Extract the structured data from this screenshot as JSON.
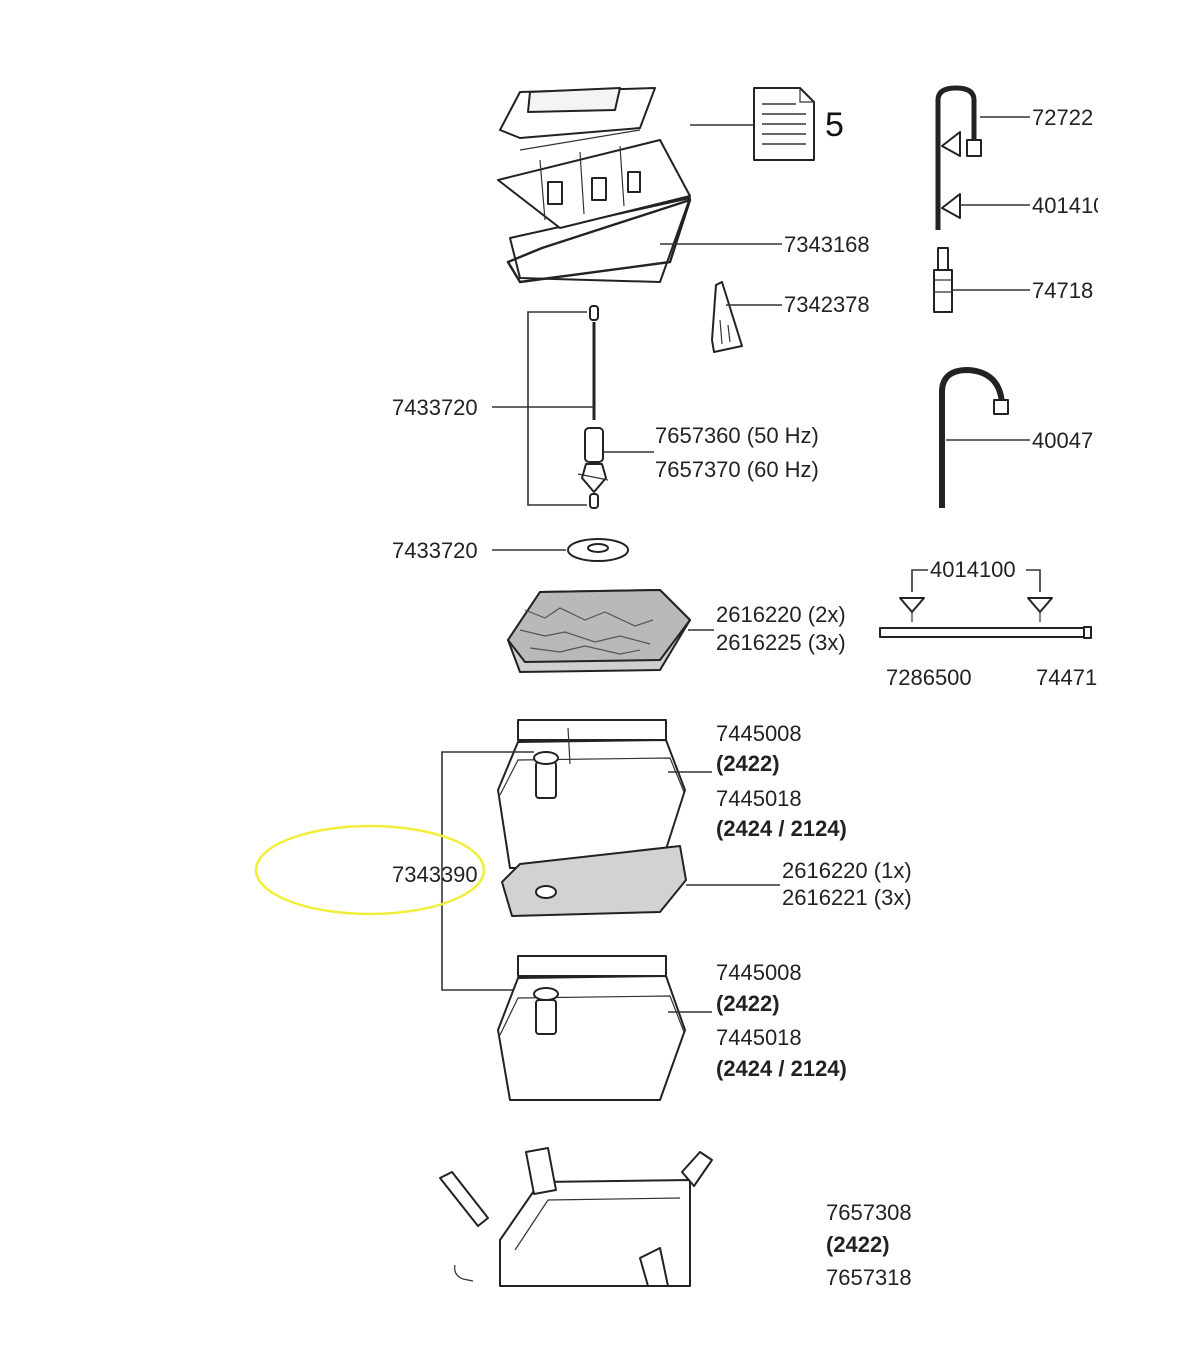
{
  "labels": {
    "doc_count": "5",
    "gasket": "7343168",
    "clip": "7342378",
    "shaft_set": "7433720",
    "impeller_50": "7657360 (50 Hz)",
    "impeller_60": "7657370 (60 Hz)",
    "seal": "7433720",
    "pad_top_a": "2616220 (2x)",
    "pad_top_b": "2616225 (3x)",
    "basket_set": "7343390",
    "basket1_a": "7445008",
    "basket1_a_model": "(2422)",
    "basket1_b": "7445018",
    "basket1_b_model": "(2424 / 2124)",
    "pad_mid_a": "2616220 (1x)",
    "pad_mid_b": "2616221 (3x)",
    "basket2_a": "7445008",
    "basket2_a_model": "(2422)",
    "basket2_b": "7445018",
    "basket2_b_model": "(2424 / 2124)",
    "canister_a": "7657308",
    "canister_a_model": "(2422)",
    "canister_b": "7657318",
    "right_1": "72722",
    "right_2": "401410",
    "right_3": "74718",
    "right_4": "40047",
    "suction_cups": "4014100",
    "spray_bar": "7286500",
    "spray_end": "74471"
  },
  "colors": {
    "highlight": "#f2ee3c",
    "line": "#333333"
  },
  "icons": {
    "document": "document-icon"
  }
}
